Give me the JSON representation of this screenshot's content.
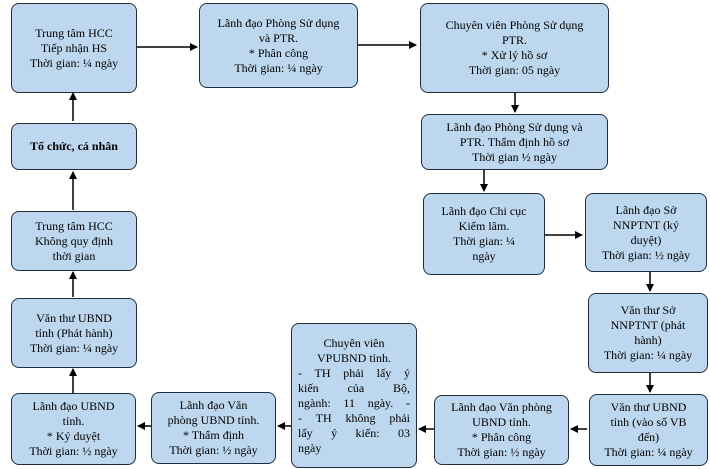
{
  "nodes": {
    "hcc_receive": [
      "Trung tâm HCC",
      "Tiếp nhận HS",
      "Thời gian: ¼ ngày"
    ],
    "phong_assign": [
      "Lãnh đạo Phòng Sử dụng",
      "và PTR.",
      "* Phân công",
      "Thời gian: ¼ ngày"
    ],
    "specialist": [
      "Chuyên viên Phòng Sử dụng",
      "PTR.",
      "* Xử lý hồ sơ",
      "Thời gian: 05 ngày"
    ],
    "phong_review": [
      "Lãnh đạo Phòng Sử dụng và",
      "PTR. Thẩm định hồ sơ",
      "Thời gian ½ ngày"
    ],
    "chicuc": [
      "Lãnh đạo Chi cục",
      "Kiểm lâm.",
      "Thời gian: ¼",
      "ngày"
    ],
    "so_sign": [
      "Lãnh đạo Sở",
      "NNPTNT (ký",
      "duyệt)",
      "Thời gian: ½ ngày"
    ],
    "so_clerk_issue": [
      "Văn thư Sở",
      "NNPTNT (phát",
      "hành)",
      "Thời gian: ¼ ngày"
    ],
    "ubnd_clerk_in": [
      "Văn thư UBND",
      "tỉnh (vào số VB",
      "đến)",
      "Thời gian: ¼ ngày"
    ],
    "vp_assign": [
      "Lãnh đạo Văn phòng",
      "UBND tỉnh.",
      "* Phân công",
      "Thời gian: ½ ngày"
    ],
    "vp_specialist": [
      "Chuyên viên",
      "VPUBND tỉnh.",
      "- TH phải lấy ý",
      "kiến của Bộ,",
      "ngành: 11 ngày. -",
      "- TH không phải",
      "lấy ý kiến: 03",
      "ngày"
    ],
    "vp_review": [
      "Lãnh đạo Văn",
      "phòng UBND tỉnh.",
      "* Thẩm định",
      "Thời gian: ½ ngày"
    ],
    "ubnd_sign": [
      "Lãnh đạo UBND",
      "tỉnh.",
      "* Ký duyệt",
      "Thời gian: ½ ngày"
    ],
    "ubnd_clerk_issue": [
      "Văn thư UBND",
      "tỉnh (Phát hành)",
      "Thời gian: ¼ ngày"
    ],
    "hcc_return": [
      "Trung tâm HCC",
      "Không quy định",
      "thời gian"
    ],
    "citizen": [
      "Tổ chức, cá nhân"
    ]
  }
}
